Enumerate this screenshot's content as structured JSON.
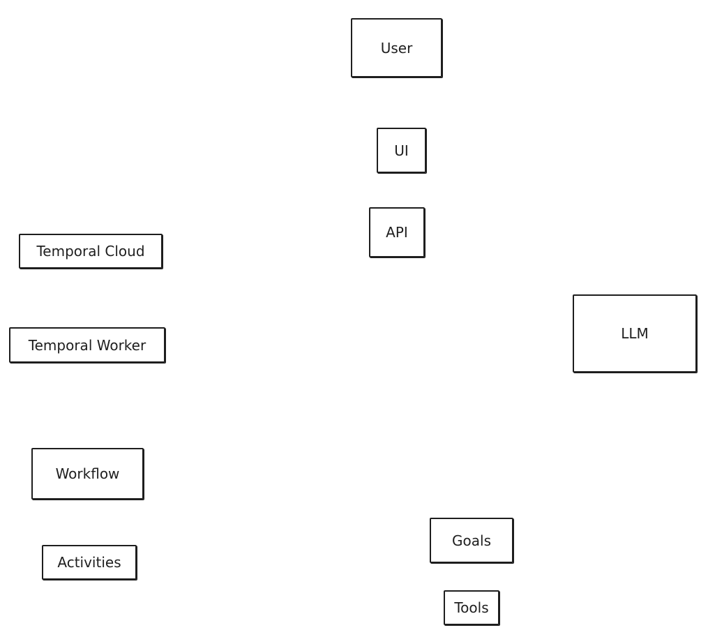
{
  "diagram": {
    "nodes": [
      {
        "id": "user",
        "label": "User"
      },
      {
        "id": "ui",
        "label": "UI"
      },
      {
        "id": "api",
        "label": "API"
      },
      {
        "id": "temporal-cloud",
        "label": "Temporal Cloud"
      },
      {
        "id": "temporal-worker",
        "label": "Temporal Worker"
      },
      {
        "id": "llm",
        "label": "LLM"
      },
      {
        "id": "workflow",
        "label": "Workflow"
      },
      {
        "id": "activities",
        "label": "Activities"
      },
      {
        "id": "goals",
        "label": "Goals"
      },
      {
        "id": "tools",
        "label": "Tools"
      }
    ],
    "stroke_color": "#1e1e1e",
    "background_color": "#ffffff"
  }
}
